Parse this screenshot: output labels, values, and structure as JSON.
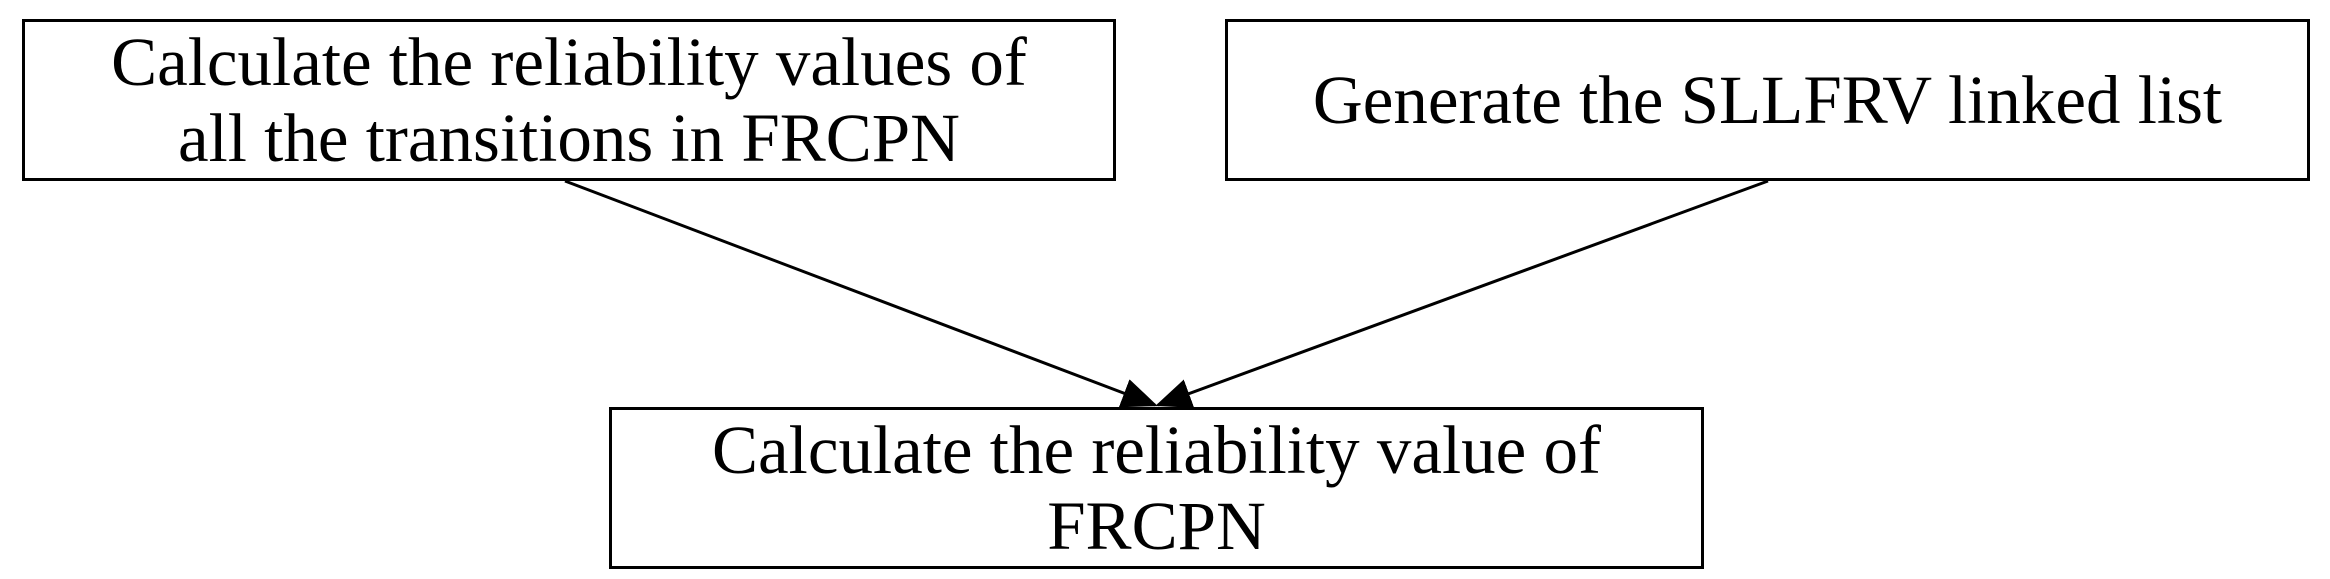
{
  "nodes": {
    "top_left": {
      "lines": [
        "Calculate the reliability values of",
        "all the transitions in FRCPN"
      ]
    },
    "top_right": {
      "lines": [
        "Generate the SLLFRV linked list"
      ]
    },
    "bottom": {
      "lines": [
        "Calculate the reliability value of",
        "FRCPN"
      ]
    }
  },
  "edges": [
    {
      "from": "top_left",
      "to": "bottom"
    },
    {
      "from": "top_right",
      "to": "bottom"
    }
  ],
  "colors": {
    "stroke": "#000000",
    "background": "#ffffff"
  }
}
